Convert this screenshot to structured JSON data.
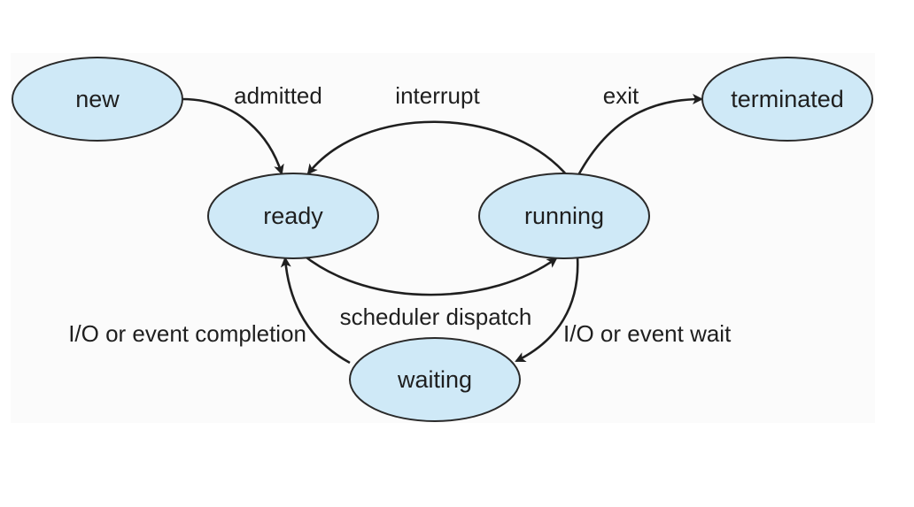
{
  "colors": {
    "state_fill": "#cfe9f7",
    "state_stroke": "#2a2a2a",
    "edge": "#1f1f1f",
    "text": "#1f1f1f",
    "panel_background": "#fbfbfb"
  },
  "states": {
    "new": "new",
    "ready": "ready",
    "running": "running",
    "waiting": "waiting",
    "terminated": "terminated"
  },
  "transitions": {
    "admitted": "admitted",
    "interrupt": "interrupt",
    "exit": "exit",
    "scheduler_dispatch": "scheduler dispatch",
    "io_event_wait": "I/O or event wait",
    "io_event_completion": "I/O or event completion"
  }
}
